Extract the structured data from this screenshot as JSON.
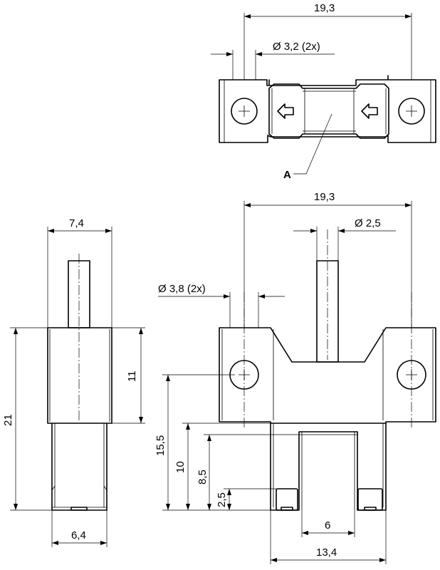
{
  "drawing": {
    "top_view": {
      "width_dim": "19,3",
      "hole_dim": "Ø 3,2 (2x)",
      "marker_label": "A"
    },
    "front_view": {
      "width_dim": "19,3",
      "pin_dim": "Ø 2,5",
      "hole_dim": "Ø 3,8 (2x)",
      "height_15_5": "15,5",
      "height_10": "10",
      "height_8_5": "8,5",
      "height_2_5": "2,5",
      "slot_dim": "6",
      "base_dim": "13,4"
    },
    "side_view": {
      "top_dim": "7,4",
      "height_11": "11",
      "height_21": "21",
      "bottom_dim": "6,4"
    }
  }
}
